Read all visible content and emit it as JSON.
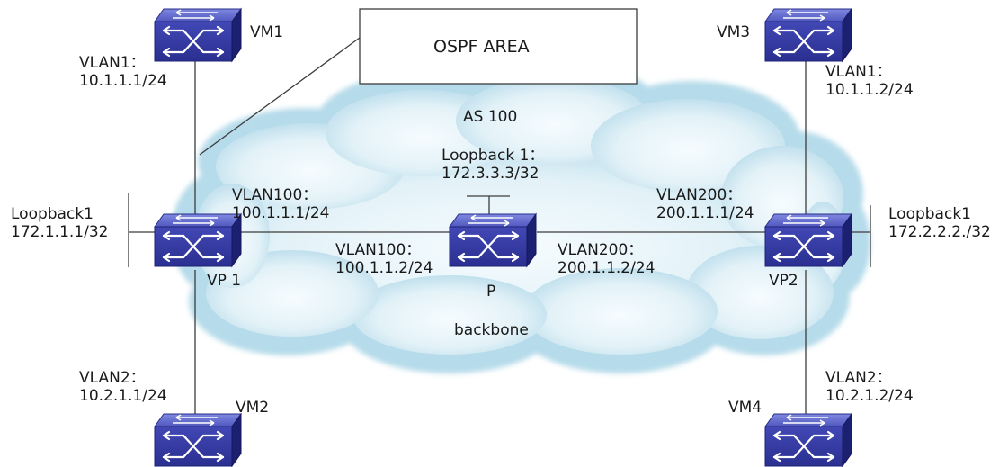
{
  "diagram": {
    "area_box": {
      "label": "OSPF AREA"
    },
    "cloud": {
      "as_label": "AS 100",
      "backbone_label": "backbone"
    },
    "switches": [
      {
        "id": "vm1",
        "name": "VM1"
      },
      {
        "id": "vm2",
        "name": "VM2"
      },
      {
        "id": "vm3",
        "name": "VM3"
      },
      {
        "id": "vm4",
        "name": "VM4"
      },
      {
        "id": "vp1",
        "name": "VP 1"
      },
      {
        "id": "vp2",
        "name": "VP2"
      },
      {
        "id": "p",
        "name": "P"
      }
    ],
    "interfaces": {
      "vm1_vlan": [
        "VLAN1：",
        "10.1.1.1/24"
      ],
      "vm3_vlan": [
        "VLAN1：",
        "10.1.1.2/24"
      ],
      "vm2_vlan": [
        "VLAN2：",
        "10.2.1.1/24"
      ],
      "vm4_vlan": [
        "VLAN2：",
        "10.2.1.2/24"
      ],
      "vp1_loopback": [
        "Loopback1",
        "172.1.1.1/32"
      ],
      "vp2_loopback": [
        "Loopback1",
        "172.2.2.2./32"
      ],
      "p_loopback": [
        "Loopback 1：",
        "172.3.3.3/32"
      ],
      "vp1_vlan100": [
        "VLAN100：",
        "100.1.1.1/24"
      ],
      "p_vlan100": [
        "VLAN100：",
        "100.1.1.2/24"
      ],
      "p_vlan200": [
        "VLAN200：",
        "200.1.1.2/24"
      ],
      "vp2_vlan200": [
        "VLAN200：",
        "200.1.1.1/24"
      ]
    }
  },
  "colors": {
    "switch_top": "#6c75d0",
    "switch_face": "#3a40a8",
    "switch_side": "#1c2070",
    "cloud_edge": "#b9dcec",
    "cloud_center": "#f4fbfd",
    "line": "#3c3c3c"
  }
}
